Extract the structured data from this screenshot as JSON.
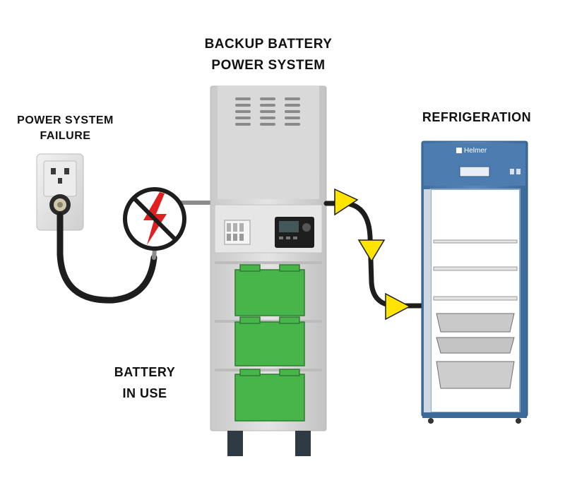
{
  "labels": {
    "title_line1": "BACKUP BATTERY",
    "title_line2": "POWER SYSTEM",
    "failure_line1": "POWER SYSTEM",
    "failure_line2": "FAILURE",
    "refrigeration": "REFRIGERATION",
    "battery_line1": "BATTERY",
    "battery_line2": "IN USE",
    "brand": "Helmer"
  },
  "colors": {
    "cable": "#1d1d1d",
    "cable_grey": "#8c8c8c",
    "battery_green": "#47b54a",
    "arrow_yellow": "#ffe400",
    "fridge_blue": "#4f7fb0",
    "cabinet_grey": "#d6d6d6",
    "no_sign_red": "#e02020"
  },
  "icons": {
    "outlet": "wall-outlet-icon",
    "no_power": "no-power-icon",
    "flow": "arrow-icon"
  }
}
